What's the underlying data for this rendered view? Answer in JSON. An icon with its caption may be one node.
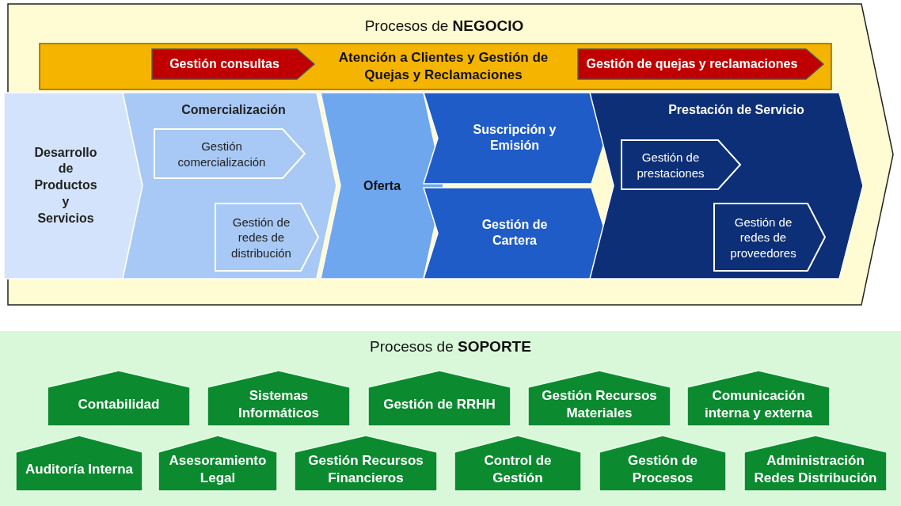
{
  "diagram": {
    "nodes": [
      {
        "text": [
          "Procesos de **NEGOCIO**"
        ]
      },
      {
        "text": [
          "Atención a Clientes y Gestión de Quejas y Reclamaciones"
        ],
        "in": 0
      },
      {
        "text": [
          "Gestión consultas"
        ],
        "in": 1
      },
      {
        "text": [
          "Gestión de quejas y reclamaciones"
        ],
        "in": 1
      },
      {
        "text": [
          "Desarrollo de Productos y Servicios"
        ],
        "in": 0
      },
      {
        "text": [
          "Comercialización"
        ],
        "in": 0
      },
      {
        "text": [
          "Gestión comercialización"
        ],
        "in": 5
      },
      {
        "text": [
          "Gestión de redes de distribución"
        ],
        "in": 5
      },
      {
        "text": [
          "Oferta"
        ],
        "in": 0
      },
      {
        "text": [
          "Suscripción y Emisión"
        ],
        "in": 0
      },
      {
        "text": [
          "Gestión de Cartera"
        ],
        "in": 0
      },
      {
        "text": [
          "Prestación de Servicio"
        ],
        "in": 0
      },
      {
        "text": [
          "Gestión de prestaciones"
        ],
        "in": 11
      },
      {
        "text": [
          "Gestión de redes de proveedores"
        ],
        "in": 11
      },
      {
        "text": [
          "Procesos de **SOPORTE**"
        ]
      },
      {
        "text": [
          "Contabilidad"
        ],
        "in": 14
      },
      {
        "text": [
          "Sistemas Informáticos"
        ],
        "in": 14
      },
      {
        "text": [
          "Gestión de RRHH"
        ],
        "in": 14
      },
      {
        "text": [
          "Gestión Recursos Materiales"
        ],
        "in": 14
      },
      {
        "text": [
          "Comunicación interna y externa"
        ],
        "in": 14
      },
      {
        "text": [
          "Auditoría Interna"
        ],
        "in": 14
      },
      {
        "text": [
          "Asesoramiento Legal"
        ],
        "in": 14
      },
      {
        "text": [
          "Gestión Recursos Financieros"
        ],
        "in": 14
      },
      {
        "text": [
          "Control de Gestión"
        ],
        "in": 14
      },
      {
        "text": [
          "Gestión de Procesos"
        ],
        "in": 14
      },
      {
        "text": [
          "Administración Redes Distribución"
        ],
        "in": 14
      }
    ]
  }
}
